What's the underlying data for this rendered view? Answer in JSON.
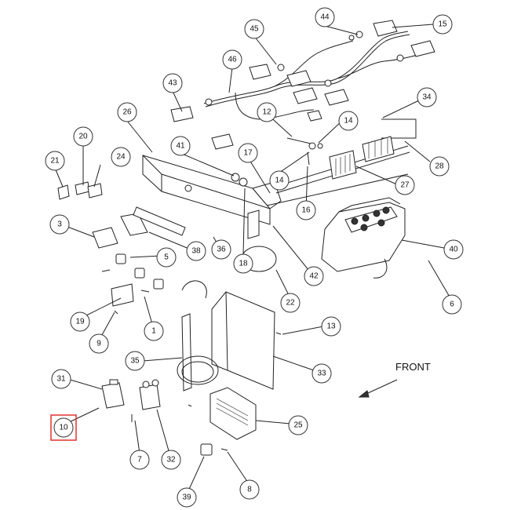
{
  "diagram": {
    "front_label": "FRONT",
    "highlighted_callout": "10",
    "highlight_color": "#e0332f",
    "callouts": [
      {
        "id": "c15",
        "label": "15"
      },
      {
        "id": "c44",
        "label": "44"
      },
      {
        "id": "c45",
        "label": "45"
      },
      {
        "id": "c46",
        "label": "46"
      },
      {
        "id": "c43",
        "label": "43"
      },
      {
        "id": "c34",
        "label": "34"
      },
      {
        "id": "c12",
        "label": "12"
      },
      {
        "id": "c14a",
        "label": "14"
      },
      {
        "id": "c26",
        "label": "26"
      },
      {
        "id": "c20",
        "label": "20"
      },
      {
        "id": "c41",
        "label": "41"
      },
      {
        "id": "c17",
        "label": "17"
      },
      {
        "id": "c21",
        "label": "21"
      },
      {
        "id": "c24",
        "label": "24"
      },
      {
        "id": "c14b",
        "label": "14"
      },
      {
        "id": "c28",
        "label": "28"
      },
      {
        "id": "c27",
        "label": "27"
      },
      {
        "id": "c16",
        "label": "16"
      },
      {
        "id": "c3",
        "label": "3"
      },
      {
        "id": "c40",
        "label": "40"
      },
      {
        "id": "c38",
        "label": "38"
      },
      {
        "id": "c36",
        "label": "36"
      },
      {
        "id": "c18",
        "label": "18"
      },
      {
        "id": "c5",
        "label": "5"
      },
      {
        "id": "c42",
        "label": "42"
      },
      {
        "id": "c6",
        "label": "6"
      },
      {
        "id": "c22",
        "label": "22"
      },
      {
        "id": "c19",
        "label": "19"
      },
      {
        "id": "c1",
        "label": "1"
      },
      {
        "id": "c9",
        "label": "9"
      },
      {
        "id": "c13",
        "label": "13"
      },
      {
        "id": "c35",
        "label": "35"
      },
      {
        "id": "c33",
        "label": "33"
      },
      {
        "id": "c31",
        "label": "31"
      },
      {
        "id": "c25",
        "label": "25"
      },
      {
        "id": "c10",
        "label": "10"
      },
      {
        "id": "c7",
        "label": "7"
      },
      {
        "id": "c32",
        "label": "32"
      },
      {
        "id": "c8",
        "label": "8"
      },
      {
        "id": "c39",
        "label": "39"
      }
    ]
  }
}
